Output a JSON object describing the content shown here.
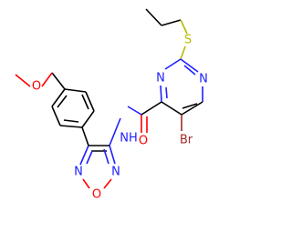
{
  "molecule": {
    "colors": {
      "carbon": "#000000",
      "nitrogen": "#2020ff",
      "oxygen": "#ff0000",
      "sulfur": "#b8b800",
      "bromine": "#a52a2a"
    },
    "atom_labels": {
      "sulfur": "S",
      "pyrimidine_n1": "N",
      "pyrimidine_n3": "N",
      "bromine": "Br",
      "amide_oxygen": "O",
      "amide_nh": "NH",
      "methoxy_oxygen": "O",
      "oxadiazole_n_left": "N",
      "oxadiazole_n_right": "N",
      "oxadiazole_o": "O"
    }
  }
}
